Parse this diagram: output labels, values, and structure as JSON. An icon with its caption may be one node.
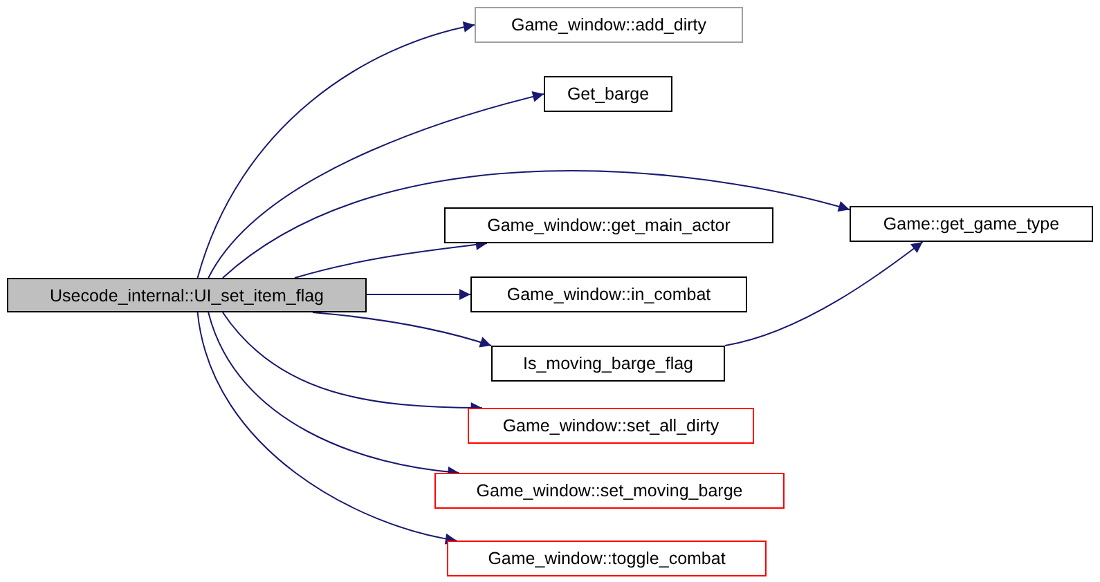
{
  "diagram": {
    "nodes": [
      {
        "text": [
          "Usecode_internal::UI_set_item_flag"
        ]
      },
      {
        "text": [
          "Game_window::add_dirty"
        ]
      },
      {
        "text": [
          "Get_barge"
        ]
      },
      {
        "text": [
          "Game::get_game_type"
        ]
      },
      {
        "text": [
          "Game_window::get_main_actor"
        ]
      },
      {
        "text": [
          "Game_window::in_combat"
        ]
      },
      {
        "text": [
          "Is_moving_barge_flag"
        ]
      },
      {
        "text": [
          "Game_window::set_all_dirty"
        ]
      },
      {
        "text": [
          "Game_window::set_moving_barge"
        ]
      },
      {
        "text": [
          "Game_window::toggle_combat"
        ]
      }
    ],
    "edges": [
      {
        "from": 0,
        "to": 1,
        "arrow": "to"
      },
      {
        "from": 0,
        "to": 2,
        "arrow": "to"
      },
      {
        "from": 0,
        "to": 3,
        "arrow": "to"
      },
      {
        "from": 0,
        "to": 4,
        "arrow": "to"
      },
      {
        "from": 0,
        "to": 5,
        "arrow": "to"
      },
      {
        "from": 0,
        "to": 6,
        "arrow": "to"
      },
      {
        "from": 0,
        "to": 7,
        "arrow": "to"
      },
      {
        "from": 0,
        "to": 8,
        "arrow": "to"
      },
      {
        "from": 0,
        "to": 9,
        "arrow": "to"
      },
      {
        "from": 6,
        "to": 3,
        "arrow": "to"
      }
    ]
  }
}
